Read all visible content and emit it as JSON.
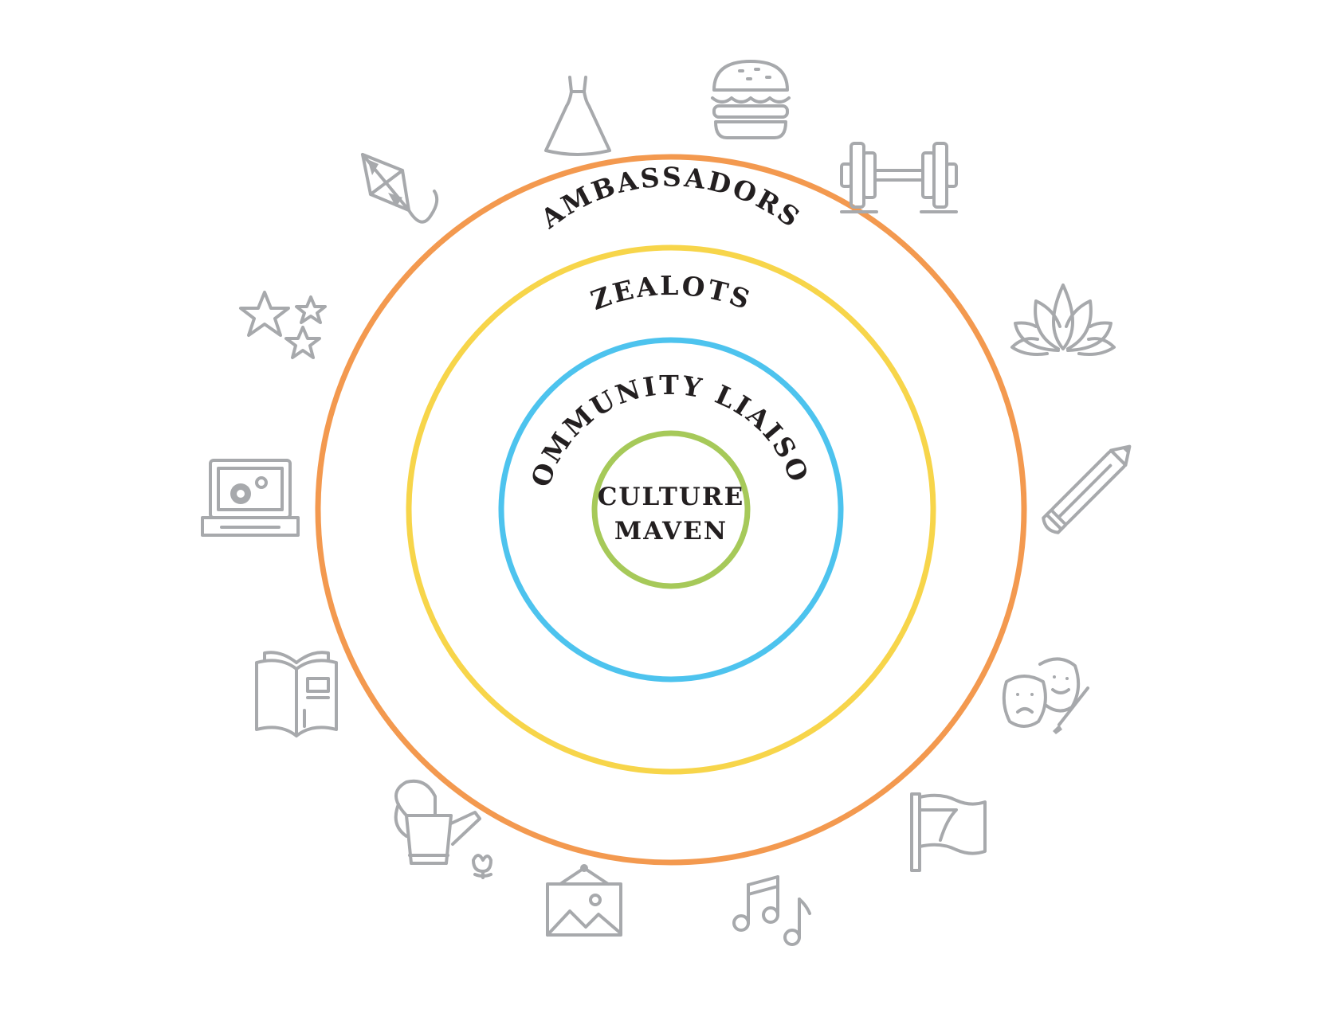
{
  "rings": [
    {
      "id": "ambassadors",
      "label": "AMBASSADORS",
      "color": "#f3994f"
    },
    {
      "id": "zealots",
      "label": "ZEALOTS",
      "color": "#f7d54a"
    },
    {
      "id": "community-liaison",
      "label": "COMMUNITY LIAISON",
      "color": "#4dc3ee"
    },
    {
      "id": "culture-maven",
      "label_line1": "CULTURE",
      "label_line2": "MAVEN",
      "color": "#a6c959"
    }
  ],
  "icon_color": "#a7a9ac",
  "icons": [
    "dress-icon",
    "burger-icon",
    "dumbbell-icon",
    "lotus-icon",
    "pencil-icon",
    "theater-masks-icon",
    "flag-icon",
    "music-notes-icon",
    "framed-picture-icon",
    "watering-can-icon",
    "book-icon",
    "laptop-settings-icon",
    "stars-icon",
    "kite-icon"
  ]
}
